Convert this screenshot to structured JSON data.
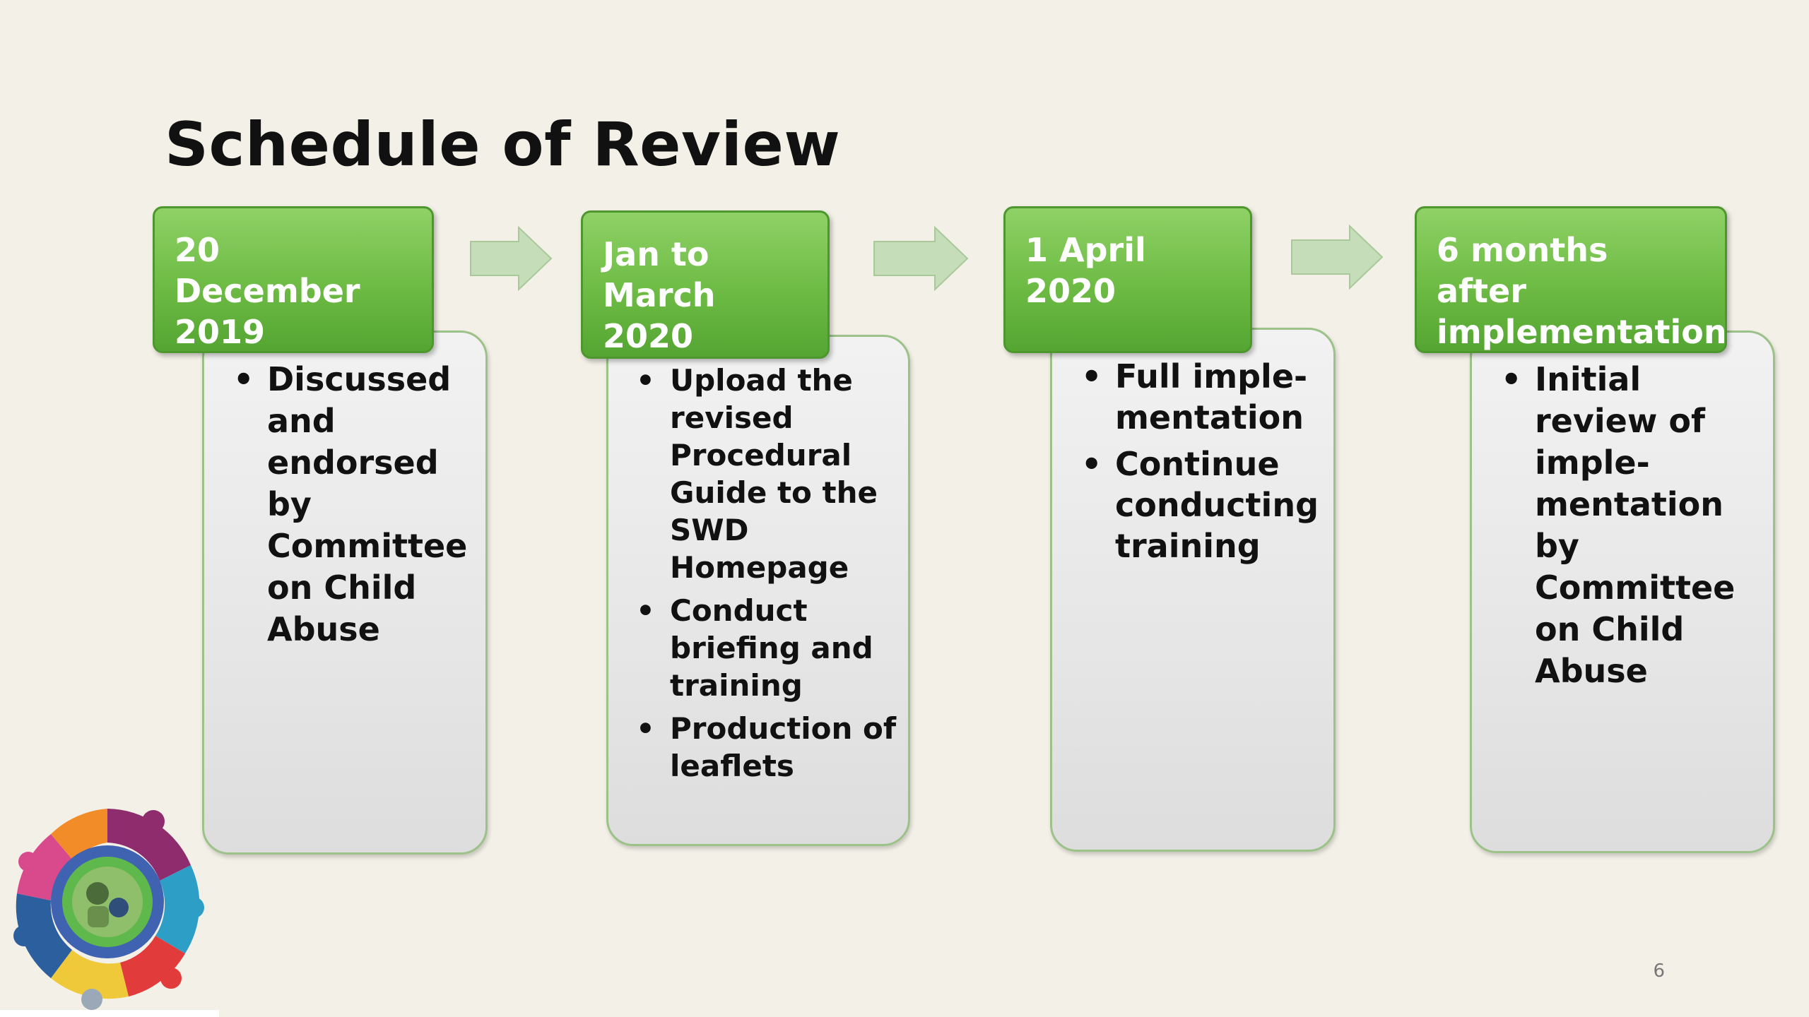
{
  "slide": {
    "title": "Schedule of Review",
    "page_number": "6"
  },
  "steps": [
    {
      "header_lines": [
        "20 December",
        "2019"
      ],
      "bullets": [
        "Discussed and endorsed by Committee on Child Abuse"
      ]
    },
    {
      "header_lines": [
        "Jan to March",
        "2020"
      ],
      "bullets": [
        "Upload the revised Procedural Guide to the SWD Homepage",
        "Conduct briefing and training",
        "Production of leaflets"
      ]
    },
    {
      "header_lines": [
        "1 April 2020"
      ],
      "bullets": [
        "Full imple-mentation",
        "Continue conducting training"
      ]
    },
    {
      "header_lines": [
        "6 months after",
        "implementation"
      ],
      "bullets": [
        "Initial review of imple-mentation by Committee on Child Abuse"
      ]
    }
  ],
  "colors": {
    "header_green": "#6dbb44",
    "header_border": "#4e962e",
    "detail_border": "#9cc28a",
    "arrow_fill": "#c5ddb8",
    "background": "#f3f1e7"
  },
  "icons": {
    "arrow": "right-arrow-icon",
    "logo": "puzzle-ring-logo"
  }
}
